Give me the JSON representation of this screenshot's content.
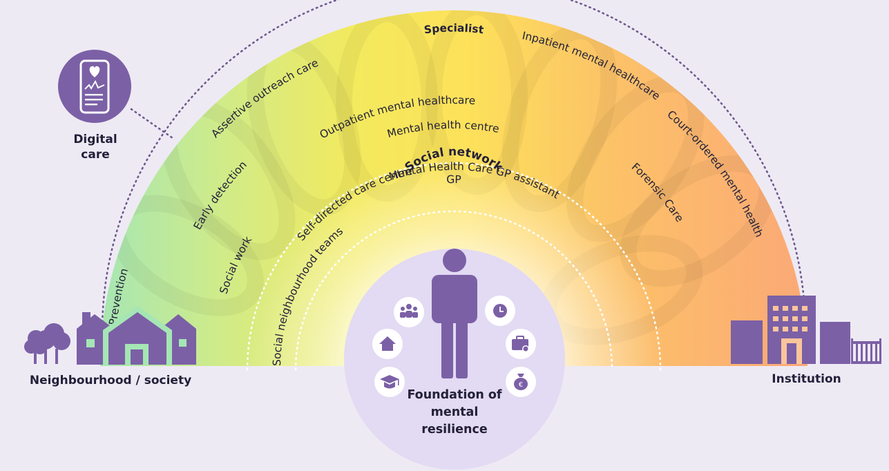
{
  "diagram": {
    "specialist": "Specialist",
    "social_network": "Social network",
    "prevention": "Prevention",
    "early_detection": "Early detection",
    "social_work": "Social work",
    "social_neighbourhood_teams": "Social neighbourhood teams",
    "assertive_outreach": "Assertive outreach care",
    "outpatient": "Outpatient mental healthcare",
    "mental_health_centre": "Mental health centre",
    "self_directed": "Self-directed care centre",
    "gp": "GP",
    "gp_assistant": "Mental Health Care GP assistant",
    "inpatient": "Inpatient mental healthcare",
    "forensic": "Forensic Care",
    "court_ordered": "Court-ordered mental health",
    "digital_care": "Digital care",
    "neighbourhood": "Neighbourhood / society",
    "institution": "Institution",
    "foundation": "Foundation of mental resilience"
  },
  "foundation_icons": [
    "group-icon",
    "home-icon",
    "graduation-cap-icon",
    "clock-icon",
    "briefcase-icon",
    "money-bag-icon"
  ],
  "colors": {
    "background": "#eeeaf4",
    "purple": "#7b60a6",
    "lavender_circle": "#e3daf3",
    "green": "#a5e6b4",
    "yellow": "#fde25a",
    "orange": "#fba877",
    "text": "#23203a"
  }
}
